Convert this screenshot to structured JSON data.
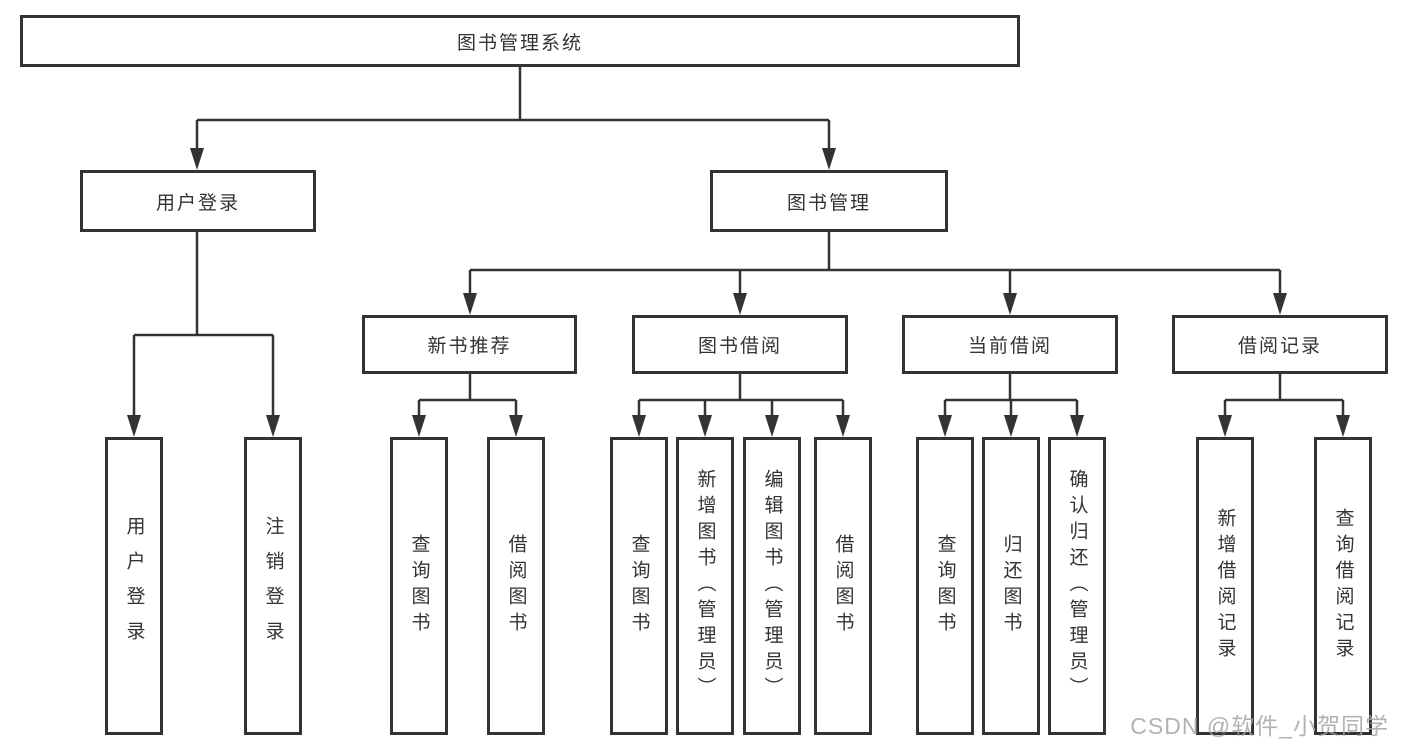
{
  "tree": {
    "root_label": "图书管理系统",
    "branches": [
      {
        "label": "用户登录",
        "leaves": [
          "用户登录",
          "注销登录"
        ]
      },
      {
        "label": "图书管理",
        "sections": [
          {
            "label": "新书推荐",
            "leaves": [
              "查询图书",
              "借阅图书"
            ]
          },
          {
            "label": "图书借阅",
            "leaves": [
              "查询图书",
              "新增图书（管理员）",
              "编辑图书（管理员）",
              "借阅图书"
            ]
          },
          {
            "label": "当前借阅",
            "leaves": [
              "查询图书",
              "归还图书",
              "确认归还（管理员）"
            ]
          },
          {
            "label": "借阅记录",
            "leaves": [
              "新增借阅记录",
              "查询借阅记录"
            ]
          }
        ]
      }
    ]
  },
  "watermark": "CSDN @软件_小贺同学",
  "colors": {
    "line": "#333333",
    "text": "#333333",
    "watermark": "#a5a5a5",
    "background": "#ffffff"
  }
}
